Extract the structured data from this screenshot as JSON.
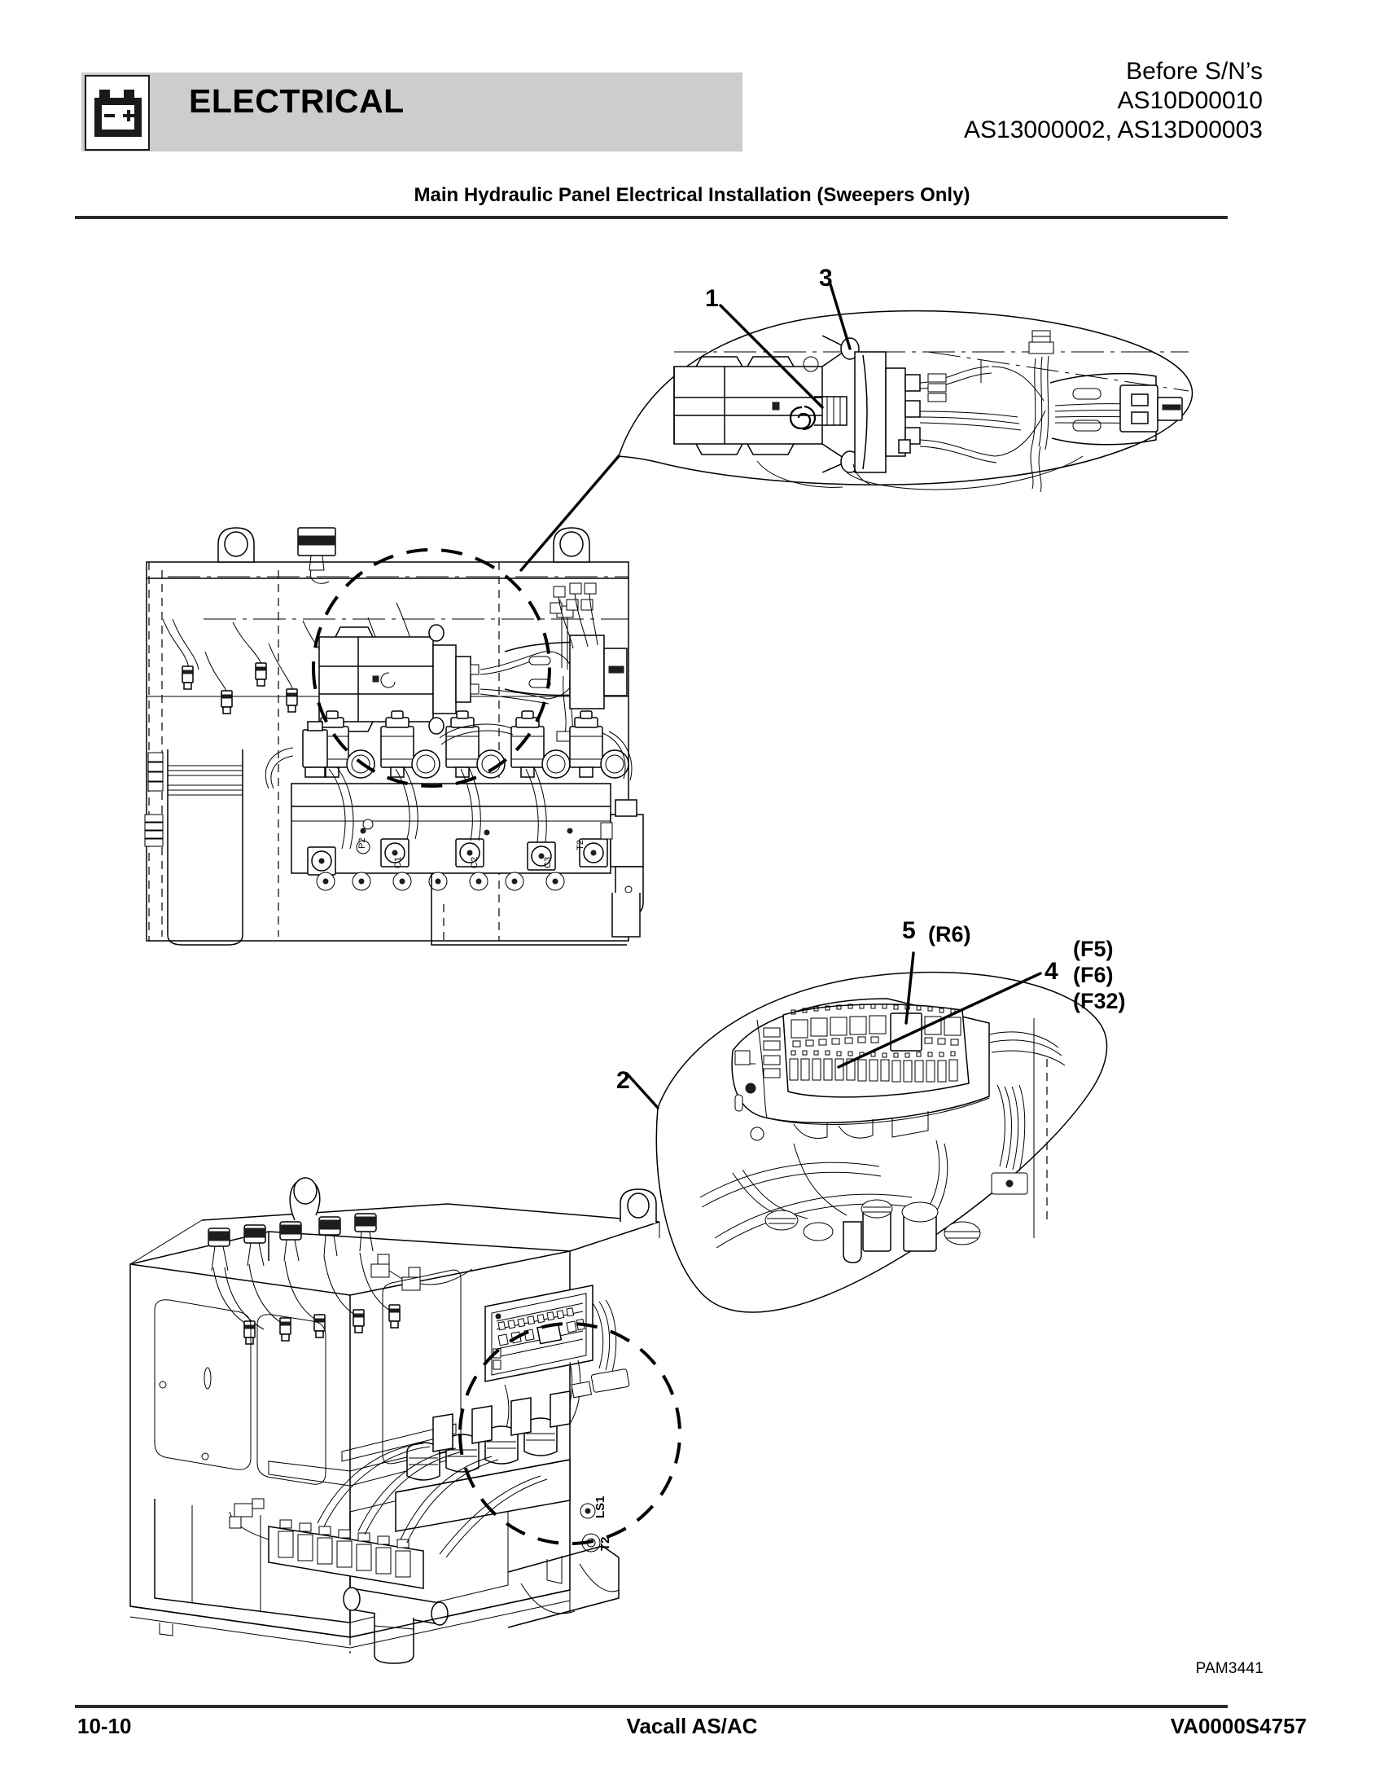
{
  "header": {
    "section_title": "ELECTRICAL",
    "icon": "battery-icon",
    "serial_line1": "Before S/N’s",
    "serial_line2": "AS10D00010",
    "serial_line3": "AS13000002, AS13D00003"
  },
  "subtitle": "Main Hydraulic Panel Electrical Installation (Sweepers Only)",
  "callouts": {
    "item1": "1",
    "item3": "3",
    "item5": "5",
    "item5_ref": "(R6)",
    "item4": "4",
    "fuse_f5": "(F5)",
    "fuse_f6": "(F6)",
    "fuse_f32": "(F32)",
    "item2": "2"
  },
  "drawing_labels": {
    "port_ls1": "LS1",
    "port_t2": "T2"
  },
  "footer": {
    "drawing_id": "PAM3441",
    "page_number": "10-10",
    "model": "Vacall AS/AC",
    "document_number": "VA0000S4757"
  },
  "colors": {
    "header_bar": "#cdcdcd",
    "rule": "#2b2b2b",
    "ink": "#000000",
    "page": "#ffffff"
  }
}
